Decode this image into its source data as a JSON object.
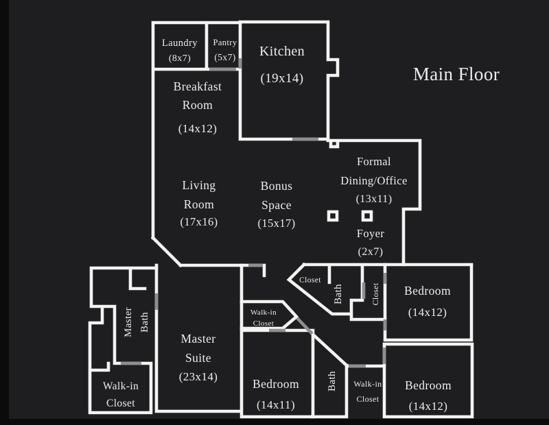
{
  "title": "Main Floor",
  "colors": {
    "background": "#1e1e21",
    "walls": "#f4f3f1",
    "doors": "#8e8e90",
    "text": "#eeedeb",
    "border_bars": "#0b0b0b"
  },
  "rooms": {
    "laundry": {
      "name": "Laundry",
      "dims": "(8x7)"
    },
    "pantry": {
      "name": "Pantry",
      "dims": "(5x7)"
    },
    "kitchen": {
      "name": "Kitchen",
      "dims": "(19x14)"
    },
    "breakfast": {
      "line1": "Breakfast",
      "line2": "Room",
      "dims": "(14x12)"
    },
    "living": {
      "line1": "Living",
      "line2": "Room",
      "dims": "(17x16)"
    },
    "bonus": {
      "line1": "Bonus",
      "line2": "Space",
      "dims": "(15x17)"
    },
    "dining": {
      "line1": "Formal",
      "line2": "Dining/Office",
      "dims": "(13x11)"
    },
    "foyer": {
      "name": "Foyer",
      "dims": "(2x7)"
    },
    "hall_closet": {
      "name": "Closet"
    },
    "hall_bath": {
      "name": "Bath"
    },
    "closet_strip": {
      "name": "Closet"
    },
    "bedroom_tr": {
      "name": "Bedroom",
      "dims": "(14x12)"
    },
    "walkin_small": {
      "line1": "Walk-in",
      "line2": "Closet"
    },
    "master_bath": {
      "line1": "Master",
      "line2": "Bath"
    },
    "walkin_master": {
      "line1": "Walk-in",
      "line2": "Closet"
    },
    "master_suite": {
      "line1": "Master",
      "line2": "Suite",
      "dims": "(23x14)"
    },
    "bedroom_mid": {
      "name": "Bedroom",
      "dims": "(14x11)"
    },
    "bath_lower": {
      "name": "Bath"
    },
    "walkin_mid": {
      "line1": "Walk-in",
      "line2": "Closet"
    },
    "bedroom_br": {
      "name": "Bedroom",
      "dims": "(14x12)"
    }
  }
}
